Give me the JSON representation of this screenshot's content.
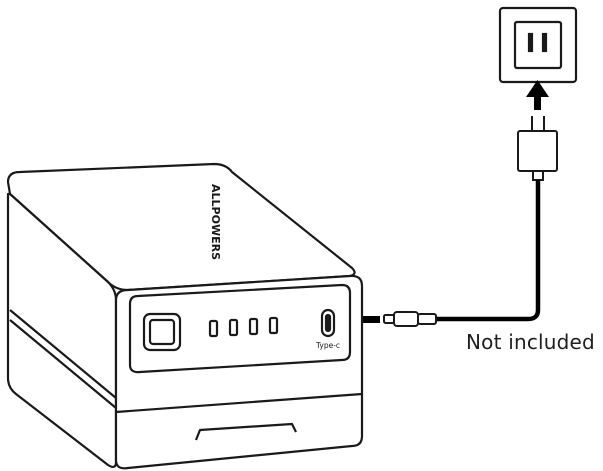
{
  "brand_logo": "ALLPOWERS",
  "port_label": "Type-c",
  "caption": "Not included",
  "colors": {
    "line": "#1a1a1a",
    "fill": "#ffffff",
    "accent": "#000000"
  }
}
